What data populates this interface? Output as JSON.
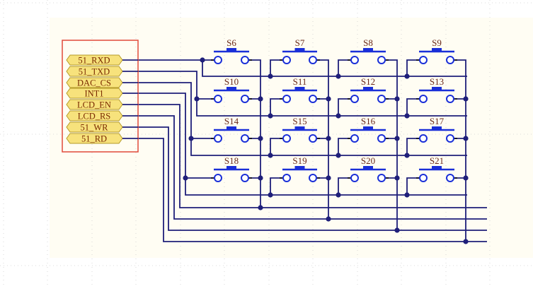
{
  "schematic": {
    "port_labels": [
      "51_RXD",
      "51_TXD",
      "DAC_CS",
      "INT1",
      "LCD_EN",
      "LCD_RS",
      "51_WR",
      "51_RD"
    ],
    "switch_matrix": [
      [
        "S6",
        "S7",
        "S8",
        "S9"
      ],
      [
        "S10",
        "S11",
        "S12",
        "S13"
      ],
      [
        "S14",
        "S15",
        "S16",
        "S17"
      ],
      [
        "S18",
        "S19",
        "S20",
        "S21"
      ]
    ],
    "colors": {
      "wire": "#1f1f7a",
      "switch": "#1a2fd8",
      "port_fill": "#f7e27c",
      "port_stroke": "#b59b2a",
      "port_text": "#7a2a00",
      "frame": "#e04a3a",
      "label": "#6b2a1a",
      "sheet": "#fffdf3",
      "grid": "#cfcfcf"
    }
  }
}
